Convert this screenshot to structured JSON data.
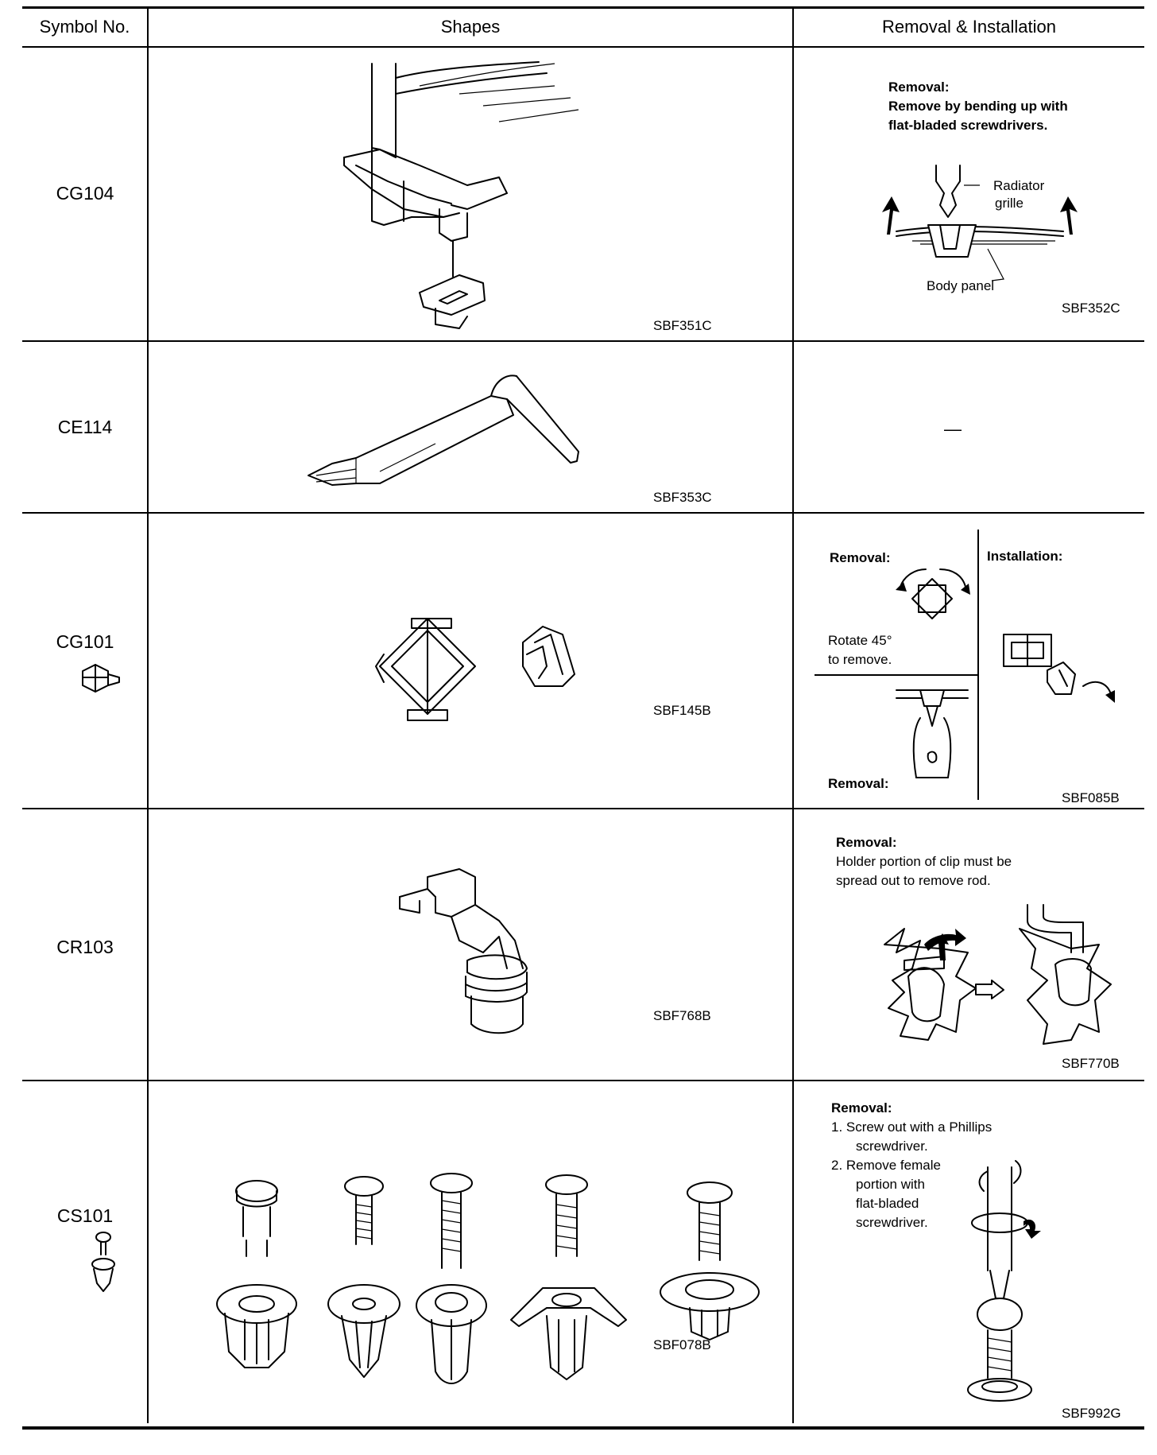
{
  "headers": {
    "symbol": "Symbol No.",
    "shapes": "Shapes",
    "removal": "Removal & Installation"
  },
  "rows": [
    {
      "symbol": "CG104",
      "shape_code": "SBF351C",
      "removal_code": "SBF352C",
      "removal_title": "Removal:",
      "removal_text1": "Remove by bending up with",
      "removal_text2": "flat-bladed screwdrivers.",
      "label_radiator1": "Radiator",
      "label_radiator2": "grille",
      "label_body": "Body panel"
    },
    {
      "symbol": "CE114",
      "shape_code": "SBF353C",
      "removal_dash": "—"
    },
    {
      "symbol": "CG101",
      "shape_code": "SBF145B",
      "removal_code": "SBF085B",
      "removal_title": "Removal:",
      "installation_title": "Installation:",
      "rotate1": "Rotate 45°",
      "rotate2": "to remove.",
      "removal_bottom": "Removal:"
    },
    {
      "symbol": "CR103",
      "shape_code": "SBF768B",
      "removal_code": "SBF770B",
      "removal_title": "Removal:",
      "text1": "Holder portion of clip must be",
      "text2": "spread out to remove rod."
    },
    {
      "symbol": "CS101",
      "shape_code": "SBF078B",
      "removal_code": "SBF992G",
      "removal_title": "Removal:",
      "step1a": "1.  Screw out with a Phillips",
      "step1b": "screwdriver.",
      "step2a": "2.  Remove female",
      "step2b": "portion with",
      "step2c": "flat-bladed",
      "step2d": "screwdriver."
    }
  ]
}
